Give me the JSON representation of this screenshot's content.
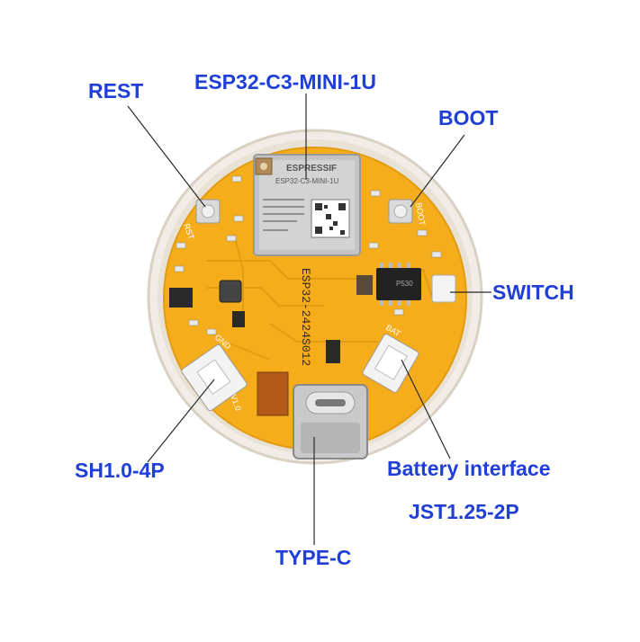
{
  "colors": {
    "label": "#1f3fd6",
    "leader": "#2a2a2a",
    "pcb": "#f5ad1c",
    "pcb_edge": "#e39b10",
    "ring": "#e8e2d6"
  },
  "labels": {
    "rest": "REST",
    "module": "ESP32-C3-MINI-1U",
    "boot": "BOOT",
    "switch": "SWITCH",
    "sh": "SH1.0-4P",
    "battery": "Battery interface",
    "jst": "JST1.25-2P",
    "typec": "TYPE-C"
  },
  "silkscreen": {
    "brand": "ESPRESSIF",
    "module_name": "ESP32-C3-MINI-1U",
    "board_id": "ESP32-2424S012",
    "rst": "RST",
    "boot": "BOOT",
    "version": "V1.0",
    "gnd": "GND",
    "bat": "BAT",
    "chip": "P530"
  }
}
